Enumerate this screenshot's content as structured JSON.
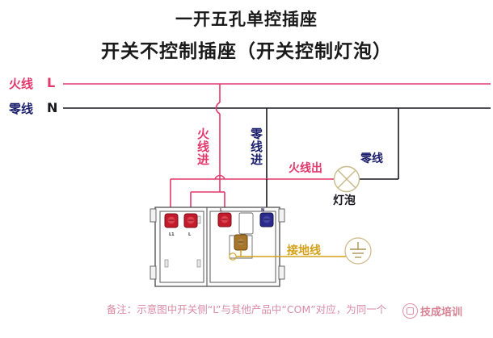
{
  "title": {
    "line1": "一开五孔单控插座",
    "line2": "开关不控制插座（开关控制灯泡）"
  },
  "labels": {
    "live_cn": "火线",
    "live_symbol": "L",
    "neutral_cn": "零线",
    "neutral_symbol": "N",
    "live_in": "火线进",
    "neutral_in": "零线进",
    "live_out": "火线出",
    "neutral_right": "零线",
    "lamp": "灯泡",
    "ground": "接地线"
  },
  "terminals": {
    "switch_l1": "L1",
    "switch_l": "L",
    "socket_l": "L",
    "socket_n": "N"
  },
  "footnote": "备注：示意图中开关侧“L”与其他产品中“COM”对应，为同一个",
  "watermark": {
    "text": "技成培训",
    "mark": "logo-icon"
  },
  "colors": {
    "live": "#e2386b",
    "neutral": "#1b1f6b",
    "ground": "#d4a017",
    "lamp": "#c9b98a",
    "body_outline": "#4a4a4a",
    "terminal_red": "#c21b2b",
    "terminal_blue": "#2a2a8c",
    "terminal_ground": "#a8762a",
    "footnote": "#d98ba3"
  },
  "diagram": {
    "type": "electrical-wiring-schematic",
    "description": "一开五孔单控插座接线图：火线L与零线N从左侧进线，火线进接开关L端与插座L端，零线进接插座N端，开关L1出线为火线出接灯泡，灯泡另一端接零线，插座设有接地线。",
    "nodes": [
      {
        "id": "live-bus",
        "label": "火线 L",
        "type": "supply-line",
        "color": "#e2386b"
      },
      {
        "id": "neutral-bus",
        "label": "零线 N",
        "type": "supply-line",
        "color": "#1b1f6b"
      },
      {
        "id": "switch-module",
        "label": "单控开关",
        "terminals": [
          "L1",
          "L"
        ]
      },
      {
        "id": "socket-module",
        "label": "五孔插座",
        "terminals": [
          "L",
          "N",
          "E"
        ]
      },
      {
        "id": "lamp",
        "label": "灯泡",
        "type": "lamp"
      },
      {
        "id": "earth",
        "label": "接地线",
        "type": "earth-symbol"
      }
    ],
    "connections": [
      {
        "from": "live-bus",
        "to": "switch-module.L",
        "label": "火线进",
        "color": "#e2386b"
      },
      {
        "from": "live-bus",
        "to": "socket-module.L",
        "label": "火线进",
        "color": "#e2386b"
      },
      {
        "from": "neutral-bus",
        "to": "socket-module.N",
        "label": "零线进",
        "color": "#1b1f6b"
      },
      {
        "from": "switch-module.L1",
        "to": "lamp",
        "label": "火线出",
        "color": "#e2386b"
      },
      {
        "from": "lamp",
        "to": "neutral-bus",
        "label": "零线",
        "color": "#1b1f6b"
      },
      {
        "from": "socket-module.E",
        "to": "earth",
        "label": "接地线",
        "color": "#d4a017"
      }
    ]
  }
}
